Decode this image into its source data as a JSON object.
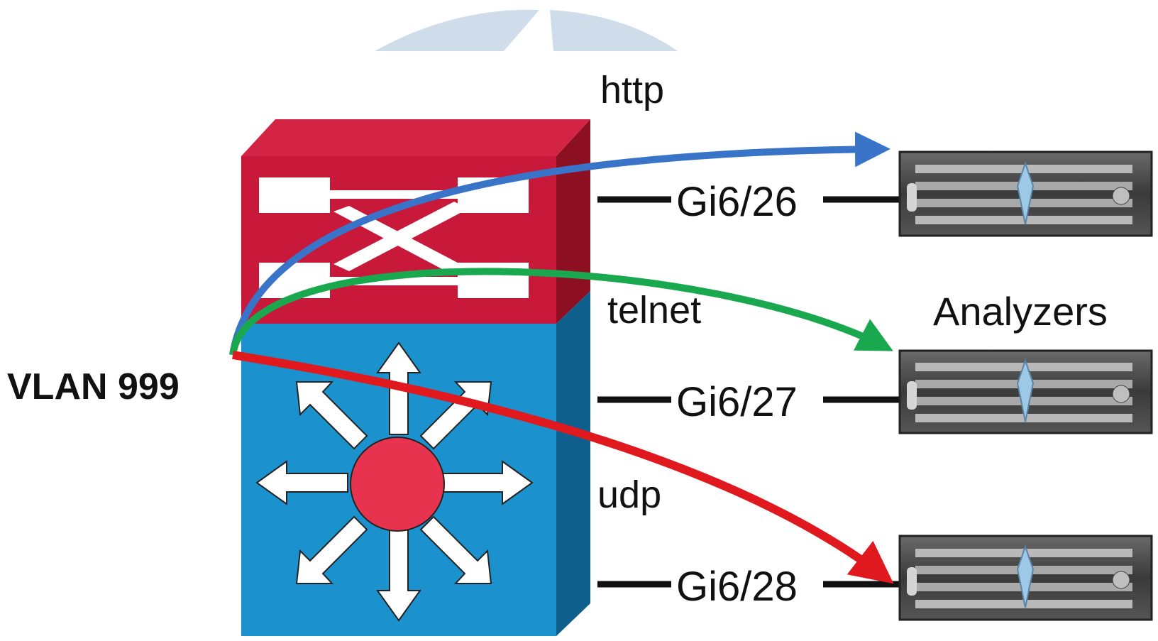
{
  "diagram": {
    "vlan_label": "VLAN 999",
    "analyzers_label": "Analyzers",
    "flows": [
      {
        "protocol": "http",
        "port": "Gi6/26",
        "color": "#3a74c9"
      },
      {
        "protocol": "telnet",
        "port": "Gi6/27",
        "color": "#1aa84e"
      },
      {
        "protocol": "udp",
        "port": "Gi6/28",
        "color": "#e0191e"
      }
    ],
    "colors": {
      "switch_top": "#c8193a",
      "switch_top_face": "#d42444",
      "switch_top_side": "#8d0f22",
      "switch_bottom": "#1b92cd",
      "switch_bottom_side": "#0f5f8d",
      "hub_center": "#e8334f",
      "watermark": "#cfdcea",
      "link": "#111111"
    },
    "icons": {
      "switch": "multilayer-switch-icon",
      "analyzer": "rack-server-icon"
    }
  }
}
